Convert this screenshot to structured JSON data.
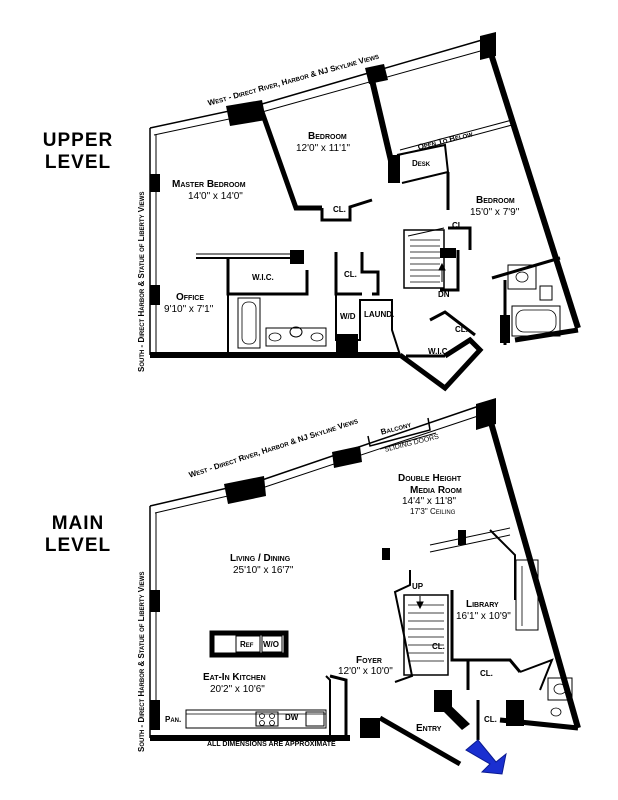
{
  "upper": {
    "level_label": "UPPER\nLEVEL",
    "views_west": "West - Direct River, Harbor & NJ Skyline Views",
    "views_south": "South - Direct Harbor & Statue of Liberty Views",
    "rooms": {
      "bedroom1": {
        "name": "Bedroom",
        "dim": "12'0\" x 11'1\""
      },
      "master": {
        "name": "Master Bedroom",
        "dim": "14'0\" x 14'0\""
      },
      "bedroom2": {
        "name": "Bedroom",
        "dim": "15'0\" x 7'9\""
      },
      "office": {
        "name": "Office",
        "dim": "9'10\" x 7'1\""
      },
      "open_below": "Open To Below",
      "desk": "Desk",
      "cl1": "CL.",
      "cl2": "CL.",
      "cl3": "CL.",
      "cl4": "CL.",
      "wic1": "W.I.C.",
      "wic2": "W.I.C.",
      "wd": "W/D",
      "laund": "LAUND.",
      "dn": "DN"
    }
  },
  "main": {
    "level_label": "MAIN\nLEVEL",
    "views_west": "West - Direct River, Harbor & NJ Skyline Views",
    "views_south": "South - Direct Harbor & Statue of Liberty Views",
    "rooms": {
      "balcony": "Balcony",
      "sliding": "SLIDING DOORS",
      "media": {
        "name1": "Double Height",
        "name2": "Media Room",
        "dim": "14'4\" x 11'8\"",
        "ceiling": "17'3\" Ceiling"
      },
      "living": {
        "name": "Living / Dining",
        "dim": "25'10\" x 16'7\""
      },
      "library": {
        "name": "Library",
        "dim": "16'1\" x 10'9\""
      },
      "kitchen": {
        "name": "Eat-In Kitchen",
        "dim": "20'2\" x 10'6\""
      },
      "foyer": {
        "name": "Foyer",
        "dim": "12'0\" x 10'0\""
      },
      "ref": "Ref",
      "wo": "W/O",
      "pan": "Pan.",
      "dw": "DW",
      "up": "UP",
      "cl1": "CL.",
      "cl2": "CL.",
      "cl3": "CL.",
      "entry": "Entry"
    },
    "footer": "ALL DIMENSIONS ARE APPROXIMATE"
  },
  "colors": {
    "ink": "#000000",
    "arrow": "#1a2fd0"
  }
}
